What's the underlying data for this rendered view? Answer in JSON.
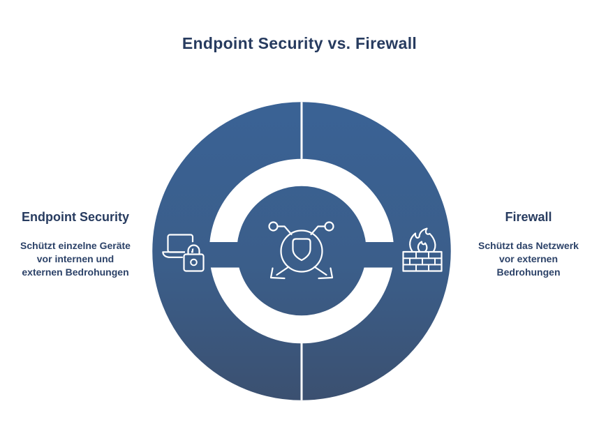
{
  "title": "Endpoint Security vs. Firewall",
  "left_panel": {
    "heading": "Endpoint Security",
    "lines": [
      "Schützt einzelne Geräte",
      "vor internen und",
      "externen Bedrohungen"
    ],
    "icon": "laptop-lock-icon"
  },
  "right_panel": {
    "heading": "Firewall",
    "lines": [
      "Schützt das Netzwerk",
      "vor externen",
      "Bedrohungen"
    ],
    "icon": "firewall-icon"
  },
  "center": {
    "icon": "shield-network-icon"
  },
  "colors": {
    "gradient_top": "#3A6295",
    "gradient_mid": "#3B5E8A",
    "gradient_bottom": "#3B5070",
    "heading_text": "#273B5F",
    "body_text": "#2C4268",
    "icon_stroke": "#FFFFFF",
    "background": "#FFFFFF"
  }
}
